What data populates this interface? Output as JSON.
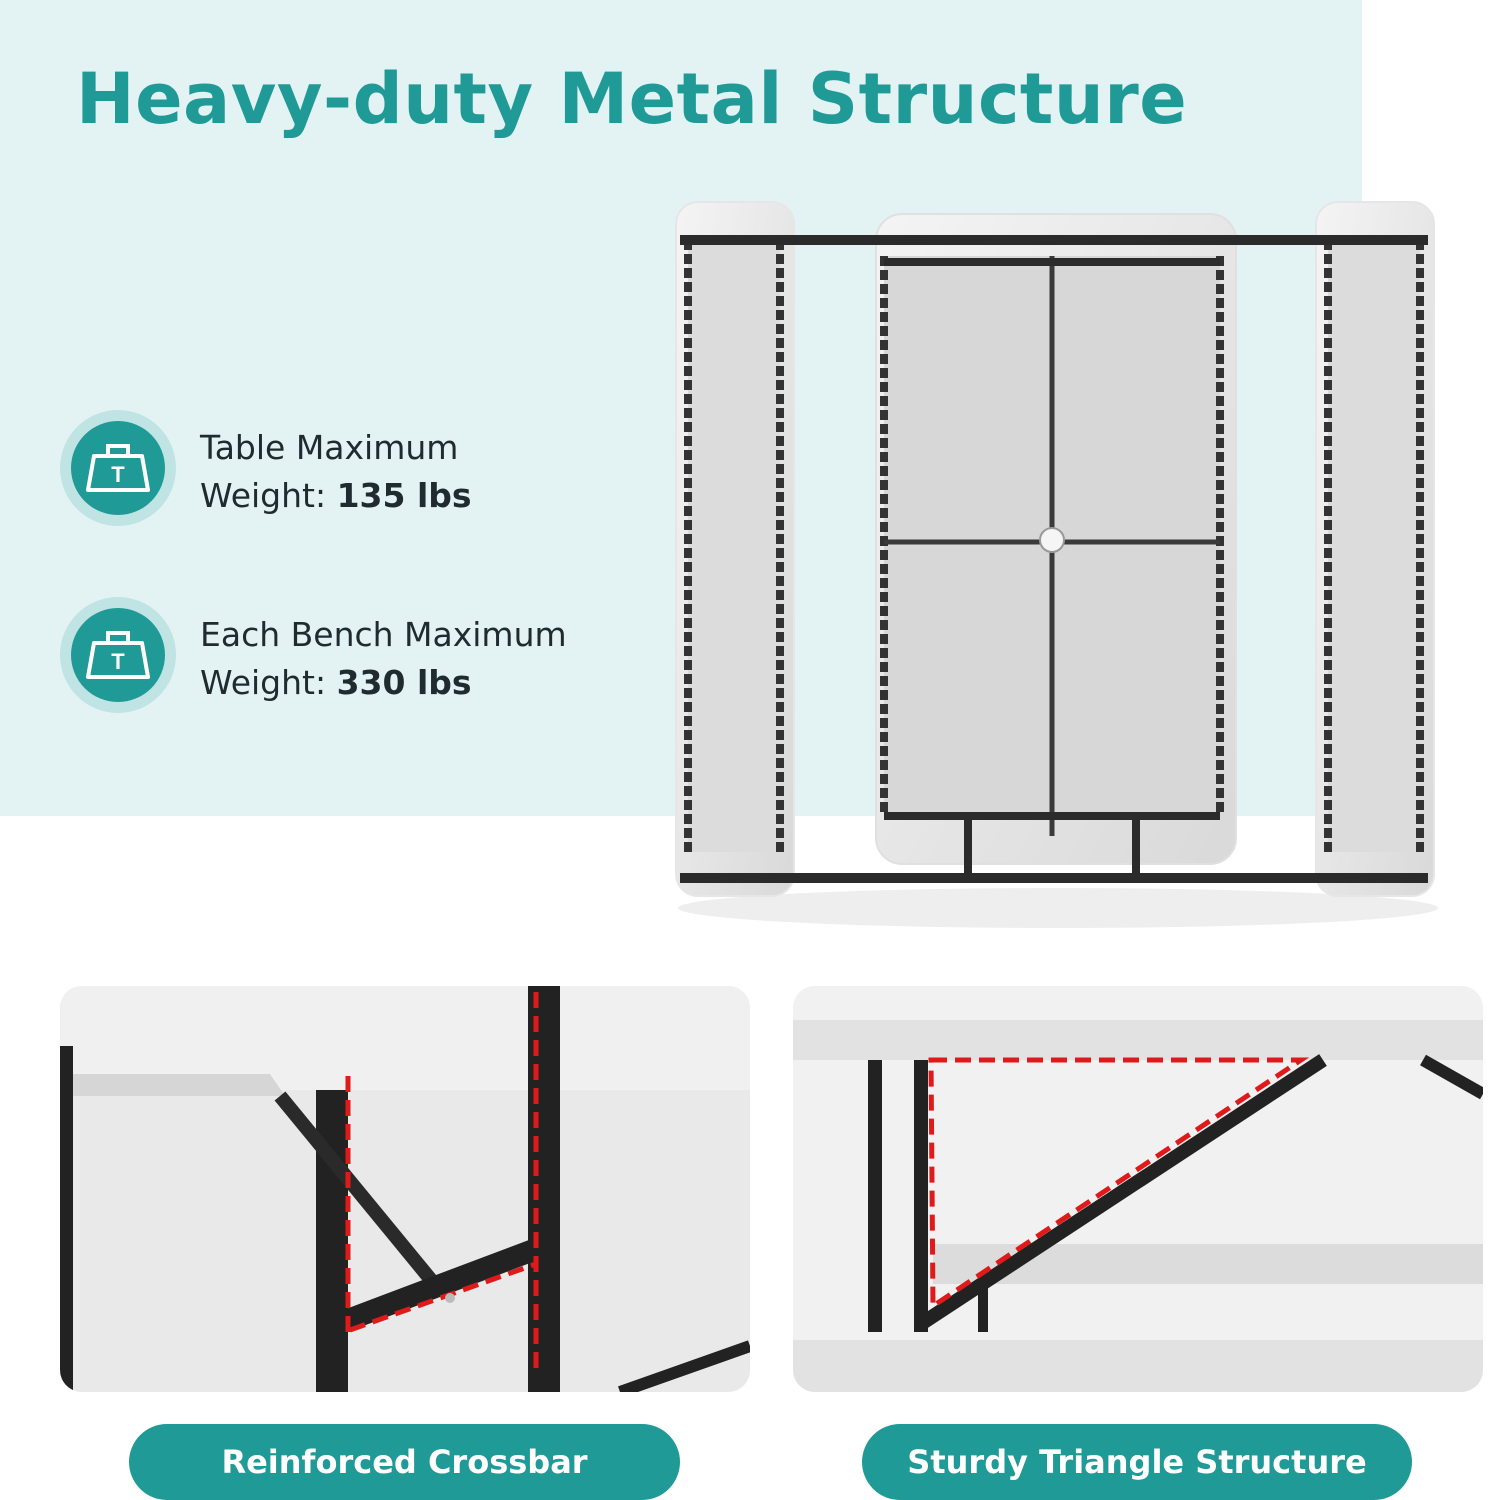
{
  "headline": "Heavy-duty Metal Structure",
  "specs": [
    {
      "icon": "weight-icon",
      "label_line1": "Table Maximum",
      "label_line2_prefix": "Weight: ",
      "value": "135 lbs"
    },
    {
      "icon": "weight-icon",
      "label_line1": "Each Bench Maximum",
      "label_line2_prefix": "Weight: ",
      "value": "330 lbs"
    }
  ],
  "weight_icon_letter": "T",
  "details": [
    {
      "caption": "Reinforced Crossbar"
    },
    {
      "caption": "Sturdy Triangle Structure"
    }
  ],
  "colors": {
    "accent": "#1f9a97",
    "hero_background": "#e3f3f4",
    "highlight_dash": "#e0191b",
    "frame": "#2b2b2b"
  }
}
